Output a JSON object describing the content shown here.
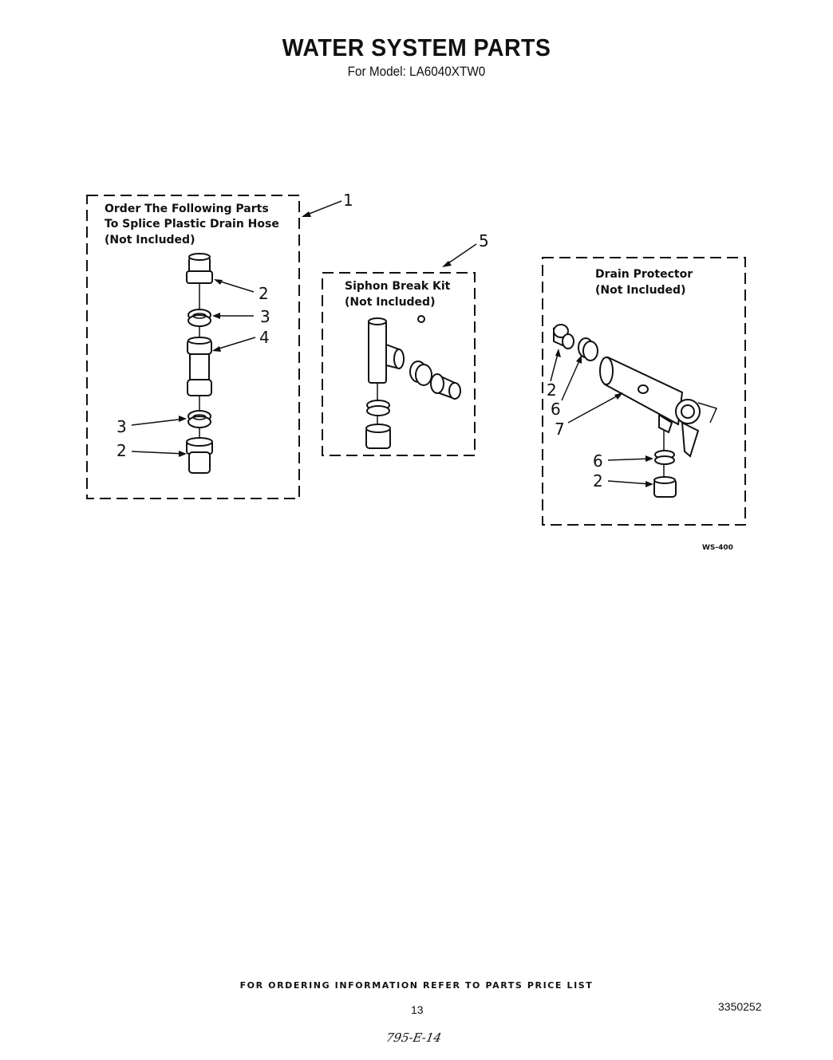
{
  "header": {
    "title": "WATER SYSTEM PARTS",
    "subtitle": "For Model: LA6040XTW0"
  },
  "boxes": {
    "splice": {
      "line1": "Order The Following Parts",
      "line2": "To Splice Plastic Drain Hose",
      "line3": "(Not Included)"
    },
    "siphon": {
      "line1": "Siphon Break Kit",
      "line2": "(Not Included)"
    },
    "drain": {
      "line1": "Drain Protector",
      "line2": "(Not Included)"
    }
  },
  "callouts": {
    "c1": "1",
    "c5": "5",
    "splice_2_top": "2",
    "splice_3_top": "3",
    "splice_4": "4",
    "splice_3_bottom": "3",
    "splice_2_bottom": "2",
    "drain_2_left": "2",
    "drain_6_left": "6",
    "drain_7": "7",
    "drain_6_bottom": "6",
    "drain_2_bottom": "2"
  },
  "figure_code": "WS-400",
  "footer": {
    "ordering_note": "FOR ORDERING INFORMATION REFER TO PARTS PRICE LIST",
    "page_number": "13",
    "document_number": "3350252",
    "handwritten_note": "795-E-14"
  }
}
